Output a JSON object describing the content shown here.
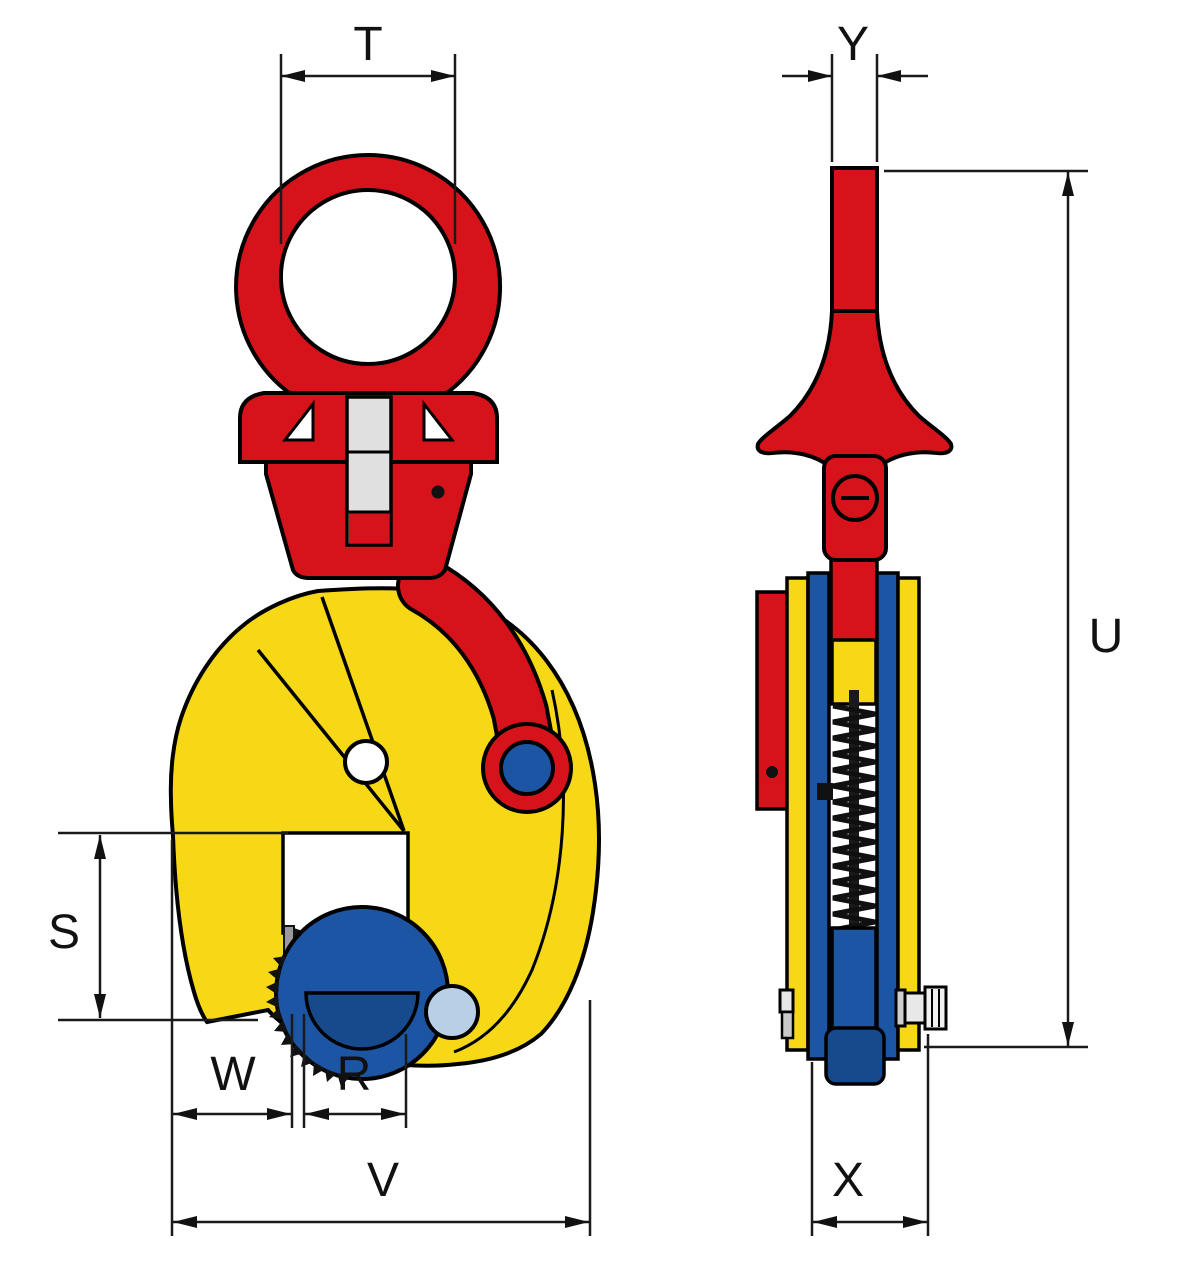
{
  "diagram": {
    "dimension_labels": {
      "t": "T",
      "y": "Y",
      "u": "U",
      "s": "S",
      "w": "W",
      "r": "R",
      "v": "V",
      "x": "X"
    },
    "colors": {
      "red": "#d6131b",
      "yellow": "#f6d816",
      "blue": "#1d55a5",
      "dark_blue": "#164a8c",
      "light_blue": "#b9cfe6",
      "outline": "#000000",
      "dim_line": "#1a1a1a",
      "background": "#ffffff"
    }
  }
}
